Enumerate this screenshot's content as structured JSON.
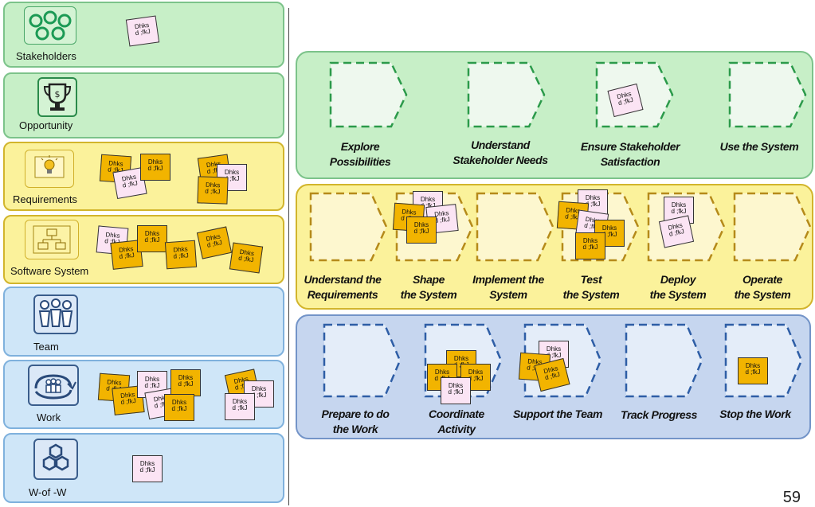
{
  "alphas": [
    {
      "label": "Stakeholders",
      "icon": "stakeholders-icon"
    },
    {
      "label": "Opportunity",
      "icon": "trophy-icon"
    },
    {
      "label": "Requirements",
      "icon": "lightbulb-icon"
    },
    {
      "label": "Software System",
      "icon": "org-chart-icon"
    },
    {
      "label": "Team",
      "icon": "team-icon"
    },
    {
      "label": "Work",
      "icon": "work-icon"
    },
    {
      "label": "W-of -W",
      "icon": "hexagons-icon"
    }
  ],
  "activity_spaces": {
    "customer": [
      {
        "line1": "Explore",
        "line2": "Possibilities"
      },
      {
        "line1": "Understand",
        "line2": "Stakeholder Needs"
      },
      {
        "line1": "Ensure Stakeholder",
        "line2": "Satisfaction"
      },
      {
        "line1": "Use the System",
        "line2": ""
      }
    ],
    "solution": [
      {
        "line1": "Understand the",
        "line2": "Requirements"
      },
      {
        "line1": "Shape",
        "line2": "the System"
      },
      {
        "line1": "Implement the",
        "line2": "System"
      },
      {
        "line1": "Test",
        "line2": "the System"
      },
      {
        "line1": "Deploy",
        "line2": "the System"
      },
      {
        "line1": "Operate",
        "line2": "the System"
      }
    ],
    "endeavor": [
      {
        "line1": "Prepare to do",
        "line2": "the Work"
      },
      {
        "line1": "Coordinate",
        "line2": "Activity"
      },
      {
        "line1": "Support the Team",
        "line2": ""
      },
      {
        "line1": "Track Progress",
        "line2": ""
      },
      {
        "line1": "Stop the Work",
        "line2": ""
      }
    ]
  },
  "note_text": {
    "line1": "Dhks",
    "line2": "d ;fkJ"
  },
  "page_number": "59",
  "colors": {
    "pink_note": "#fbe4f4",
    "orange_note": "#f2b400",
    "customer_green": "#c7efc7",
    "solution_yellow": "#fbf29b",
    "endeavor_blue": "#c6d6ef"
  }
}
